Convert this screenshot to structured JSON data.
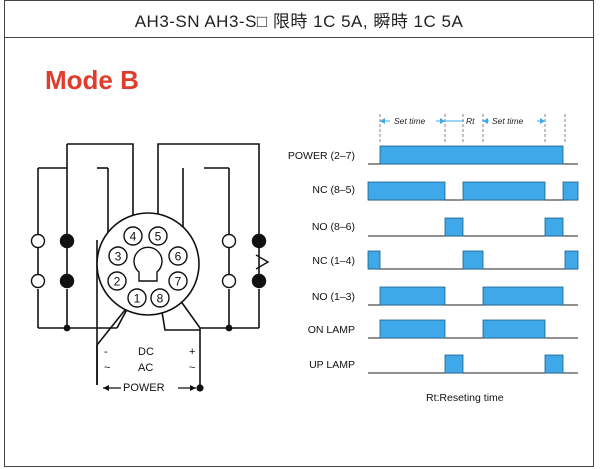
{
  "header": {
    "title": "AH3-SN   AH3-S□  限時 1C 5A, 瞬時 1C 5A"
  },
  "mode_title": "Mode B",
  "wiring": {
    "pins": [
      "1",
      "2",
      "3",
      "4",
      "5",
      "6",
      "7",
      "8"
    ],
    "power_labels": {
      "minus": "-",
      "dc": "DC",
      "plus": "+",
      "tilde_left": "~",
      "ac": "AC",
      "tilde_right": "~",
      "power": "POWER"
    }
  },
  "timing": {
    "headers": {
      "set_time_1": "Set time",
      "rt": "Rt",
      "set_time_2": "Set time"
    },
    "rows": [
      {
        "label": "POWER (2–7)"
      },
      {
        "label": "NC (8–5)"
      },
      {
        "label": "NO (8–6)"
      },
      {
        "label": "NC (1–4)"
      },
      {
        "label": "NO (1–3)"
      },
      {
        "label": "ON LAMP"
      },
      {
        "label": "UP LAMP"
      }
    ],
    "footnote": "Rt:Reseting time",
    "signal_color": "#3ea8e8"
  }
}
